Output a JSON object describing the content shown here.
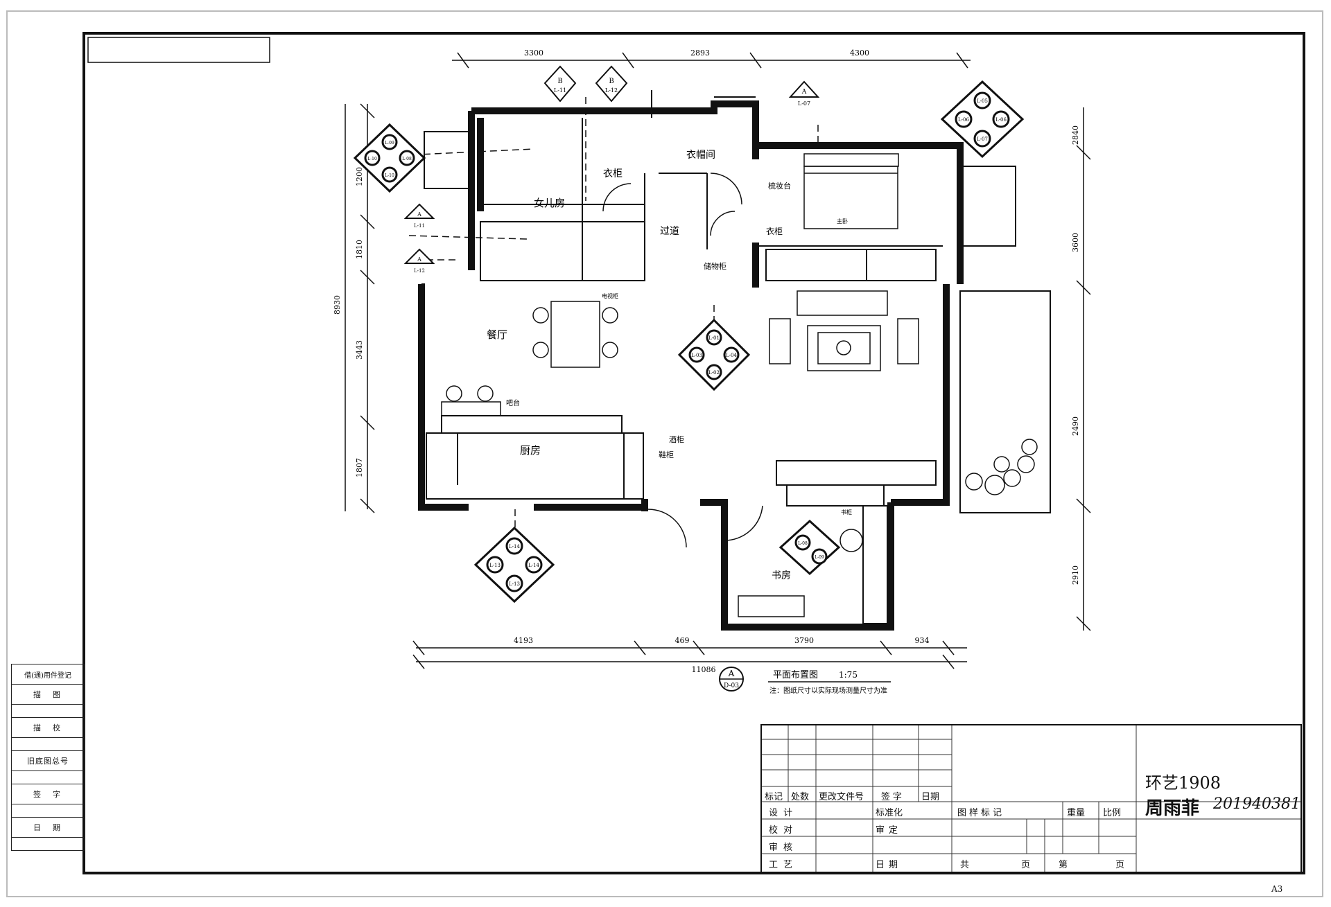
{
  "rooms": {
    "daughter_room": "女儿房",
    "wardrobe_1": "衣柜",
    "cloakroom": "衣帽间",
    "corridor": "过道",
    "wardrobe_2": "衣柜",
    "dressing_table": "梳妆台",
    "storage_cabinet": "储物柜",
    "dining_room": "餐厅",
    "bar_counter": "吧台",
    "kitchen": "厨房",
    "wine_cabinet": "酒柜",
    "shoe_cabinet": "鞋柜",
    "study": "书房",
    "bookcase": "书柜",
    "master_bed": "主卧",
    "tv_cabinet": "电视柜"
  },
  "dimensions": {
    "top": [
      "3300",
      "2893",
      "4300"
    ],
    "bottom": [
      "4193",
      "469",
      "3790",
      "934"
    ],
    "bottom_total": "11086",
    "left_total": "8930",
    "left": [
      "1200",
      "1810",
      "3443",
      "1807"
    ],
    "right": [
      "2840",
      "3600",
      "2490",
      "2910"
    ]
  },
  "index_markers": {
    "top_left_1": {
      "letter": "B",
      "ref": "L-11"
    },
    "top_left_2": {
      "letter": "B",
      "ref": "L-12"
    },
    "top_right": {
      "letter": "A",
      "ref": "L-07"
    },
    "left_upper": [
      "L-09",
      "L-10",
      "L-08",
      "L-10"
    ],
    "left_a1": {
      "letter": "A",
      "ref": "L-11"
    },
    "left_a2": {
      "letter": "A",
      "ref": "L-12"
    },
    "living": [
      "L-01",
      "L-03",
      "L-04",
      "L-02"
    ],
    "master": [
      "L-05",
      "L-06",
      "L-06",
      "L-07"
    ],
    "kitchen": [
      "L-14",
      "L-13",
      "L-14",
      "L-13"
    ],
    "study": [
      "L-08",
      "L-09"
    ]
  },
  "drawing_title": {
    "letter": "A",
    "ref": "D-03",
    "name": "平面布置图",
    "scale": "1:75",
    "note": "注：图纸尺寸以实际现场测量尺寸为准"
  },
  "side_table": [
    "借(通)用件登记",
    "描　图",
    "描　校",
    "旧底图总号",
    "签　字",
    "日　期"
  ],
  "title_block": {
    "header_labels": [
      "标记",
      "处数",
      "更改文件号",
      "签字",
      "日期"
    ],
    "rows": [
      [
        "设计",
        "标准化"
      ],
      [
        "校对",
        "审定"
      ],
      [
        "审核",
        ""
      ],
      [
        "工艺",
        "日期"
      ]
    ],
    "mid_labels": [
      "图样标记",
      "重量",
      "比例"
    ],
    "bottom_labels": [
      "共",
      "页",
      "第",
      "页"
    ],
    "school": "环艺1908",
    "student_name": "周雨菲",
    "student_id": "201940381"
  },
  "paper_size": "A3"
}
